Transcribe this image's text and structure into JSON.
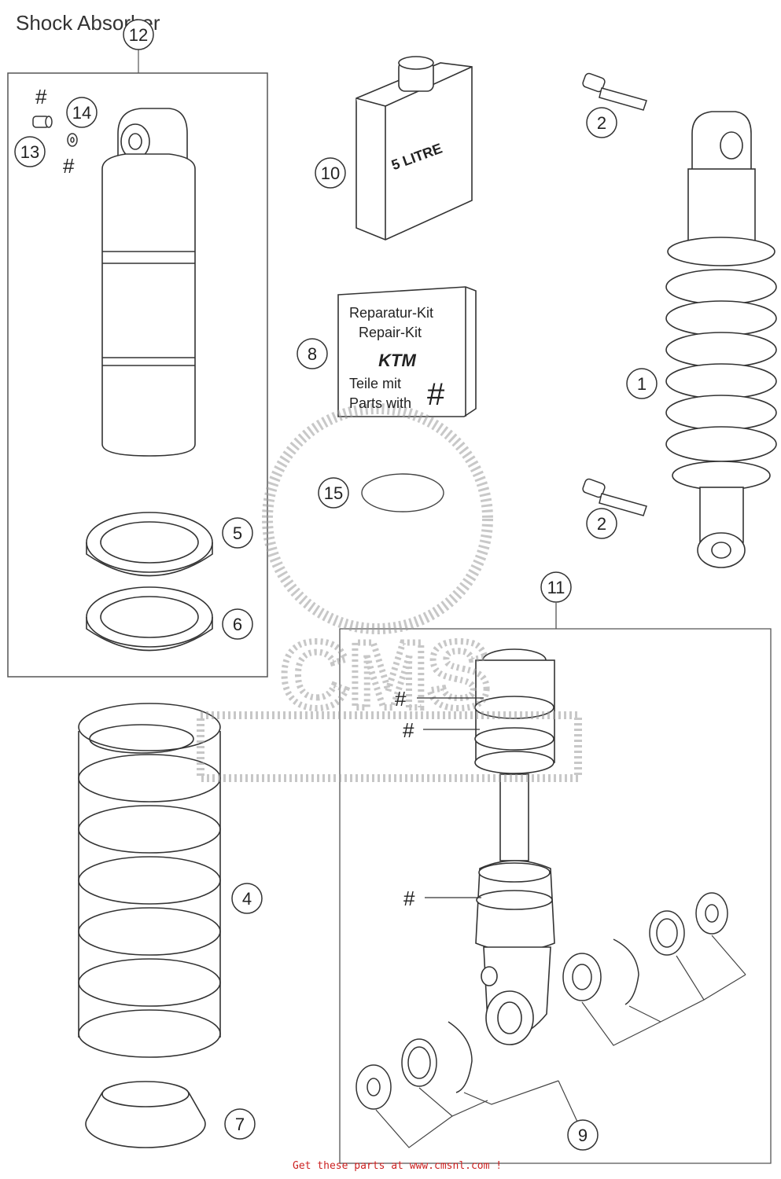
{
  "title": "Shock Absorber",
  "footer": "Get these parts at www.cmsnl.com !",
  "callouts": [
    "1",
    "2",
    "2",
    "4",
    "5",
    "6",
    "7",
    "8",
    "9",
    "10",
    "11",
    "12",
    "13",
    "14",
    "15"
  ],
  "hash_marks": [
    "#",
    "#",
    "#",
    "#",
    "#",
    "#"
  ],
  "oil_can_label": "5 LITRE",
  "repair_kit": {
    "line1": "Reparatur-Kit",
    "line2": "Repair-Kit",
    "logo": "KTM",
    "line3": "Teile mit",
    "line4": "Parts with",
    "hash": "#"
  },
  "watermark": "CMS",
  "colors": {
    "line": "#333333",
    "watermark": "#9a9a9a",
    "footer": "#cc2222"
  }
}
